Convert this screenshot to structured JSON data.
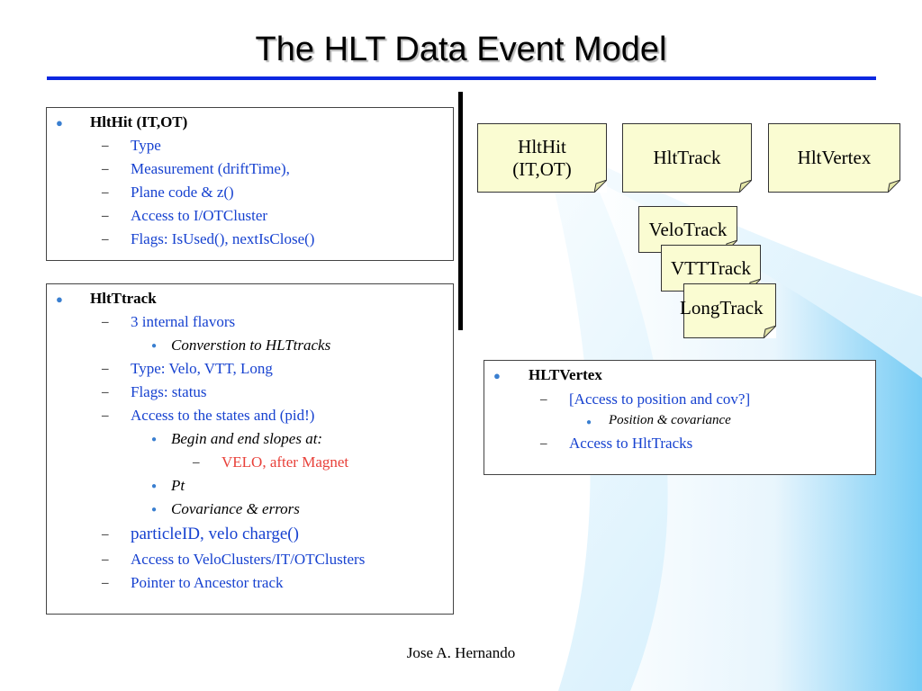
{
  "slide": {
    "title": "The HLT Data Event Model",
    "footer": "Jose A. Hernando"
  },
  "hlthit_box": {
    "heading": "HltHit (IT,OT)",
    "items": [
      "Type",
      "Measurement (driftTime),",
      "Plane code & z()",
      "Access to I/OTCluster",
      "Flags: IsUsed(), nextIsClose()"
    ]
  },
  "hlttrack_box": {
    "heading": "HltTtrack",
    "flavors": "3 internal flavors",
    "flavors_sub": "Converstion to HLTtracks",
    "type": "Type: Velo, VTT, Long",
    "flags": "Flags: status",
    "states": "Access to the states and (pid!)",
    "slopes": "Begin and end slopes at:",
    "slopes_sub": "VELO, after Magnet",
    "pt": "Pt",
    "cov": "Covariance & errors",
    "particle": "particleID, velo charge()",
    "clusters": "Access to VeloClusters/IT/OTClusters",
    "ancestor": "Pointer to Ancestor track"
  },
  "hltvertex_box": {
    "heading": "HLTVertex",
    "access_pos": "[Access to position and cov?]",
    "pos_sub": "Position & covariance",
    "access_tracks": "Access to HltTracks"
  },
  "notes": {
    "hlthit_line1": "HltHit",
    "hlthit_line2": "(IT,OT)",
    "hlttrack": "HltTrack",
    "hltvertex": "HltVertex",
    "velotrack": "VeloTrack",
    "vtttrack": "VTTTrack",
    "longtrack": "LongTrack"
  },
  "colors": {
    "title_rule": "#0b28e0",
    "sub_text": "#1742d0",
    "highlight_text": "#e8413a",
    "note_fill": "#fafcd2",
    "bg_gradient_end": "#66c6f4"
  }
}
